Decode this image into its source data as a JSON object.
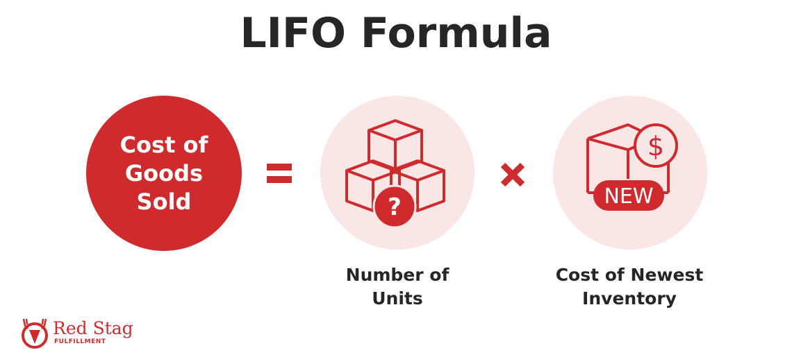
{
  "title": "LIFO Formula",
  "formula": {
    "result": {
      "lines": [
        "Cost of",
        "Goods",
        "Sold"
      ],
      "color": "#cf2a2e"
    },
    "operator_equals": "=",
    "factor1": {
      "icon": "stacked-boxes-question-icon",
      "badge_glyph": "?",
      "label_lines": [
        "Number of",
        "Units"
      ]
    },
    "operator_times": "×",
    "factor2": {
      "icon": "box-dollar-new-icon",
      "badge_text": "NEW",
      "coin_glyph": "$",
      "label_lines": [
        "Cost of Newest",
        "Inventory"
      ]
    }
  },
  "colors": {
    "accent": "#cf2a2e",
    "icon_bg": "#fbe6e6",
    "text": "#262626"
  },
  "logo": {
    "brand": "Red Stag",
    "sub": "FULFILLMENT",
    "icon": "stag-head-icon"
  }
}
